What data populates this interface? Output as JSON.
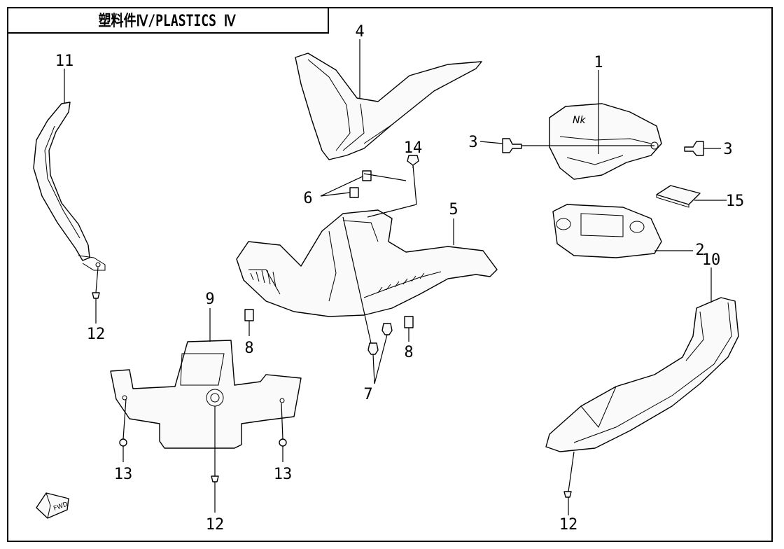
{
  "title": "塑料件Ⅳ/PLASTICS Ⅳ",
  "callouts": {
    "c1": "1",
    "c2": "2",
    "c3a": "3",
    "c3b": "3",
    "c4": "4",
    "c5": "5",
    "c6": "6",
    "c7": "7",
    "c8a": "8",
    "c8b": "8",
    "c9": "9",
    "c10": "10",
    "c11": "11",
    "c12a": "12",
    "c12b": "12",
    "c12c": "12",
    "c13a": "13",
    "c13b": "13",
    "c14": "14",
    "c15": "15"
  },
  "logo_text": "Nk",
  "fwd_icon": "forward-arrow-icon"
}
